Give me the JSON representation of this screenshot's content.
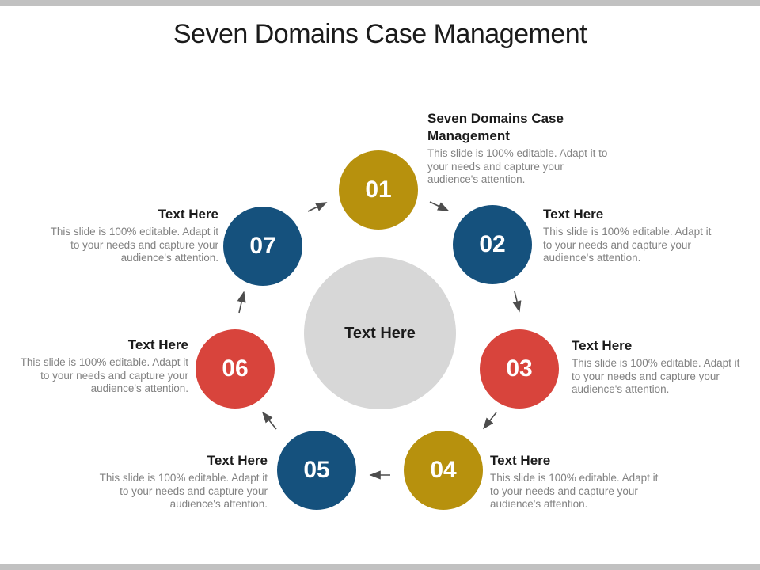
{
  "slide": {
    "title": "Seven Domains Case Management",
    "center": {
      "label": "Text Here",
      "fill": "#d7d7d7"
    },
    "nodes": [
      {
        "number": "01",
        "title": "Seven Domains Case Management",
        "description": "This slide is 100% editable. Adapt it to your needs and capture your audience's attention.",
        "fill": "#b7910d"
      },
      {
        "number": "02",
        "title": "Text Here",
        "description": "This slide is 100% editable. Adapt it to your needs and capture your audience's attention.",
        "fill": "#15517d"
      },
      {
        "number": "03",
        "title": "Text Here",
        "description": "This slide is 100% editable. Adapt it to your needs and capture your audience's attention.",
        "fill": "#d8443c"
      },
      {
        "number": "04",
        "title": "Text Here",
        "description": "This slide is 100% editable. Adapt it to your needs and capture your audience's attention.",
        "fill": "#b7910d"
      },
      {
        "number": "05",
        "title": "Text Here",
        "description": "This slide is 100% editable. Adapt it to your needs and capture your audience's attention.",
        "fill": "#15517d"
      },
      {
        "number": "06",
        "title": "Text Here",
        "description": "This slide is 100% editable. Adapt it to your needs and capture your audience's attention.",
        "fill": "#d8443c"
      },
      {
        "number": "07",
        "title": "Text Here",
        "description": "This slide is 100% editable. Adapt it to your needs and capture your audience's attention.",
        "fill": "#15517d"
      }
    ],
    "colors": {
      "top_bar": "#c1c1c1",
      "bottom_bar": "#c1c1c1",
      "arrow": "#4d4d4d",
      "heading_text": "#1b1b1b",
      "body_text": "#828282",
      "background": "#ffffff"
    }
  }
}
